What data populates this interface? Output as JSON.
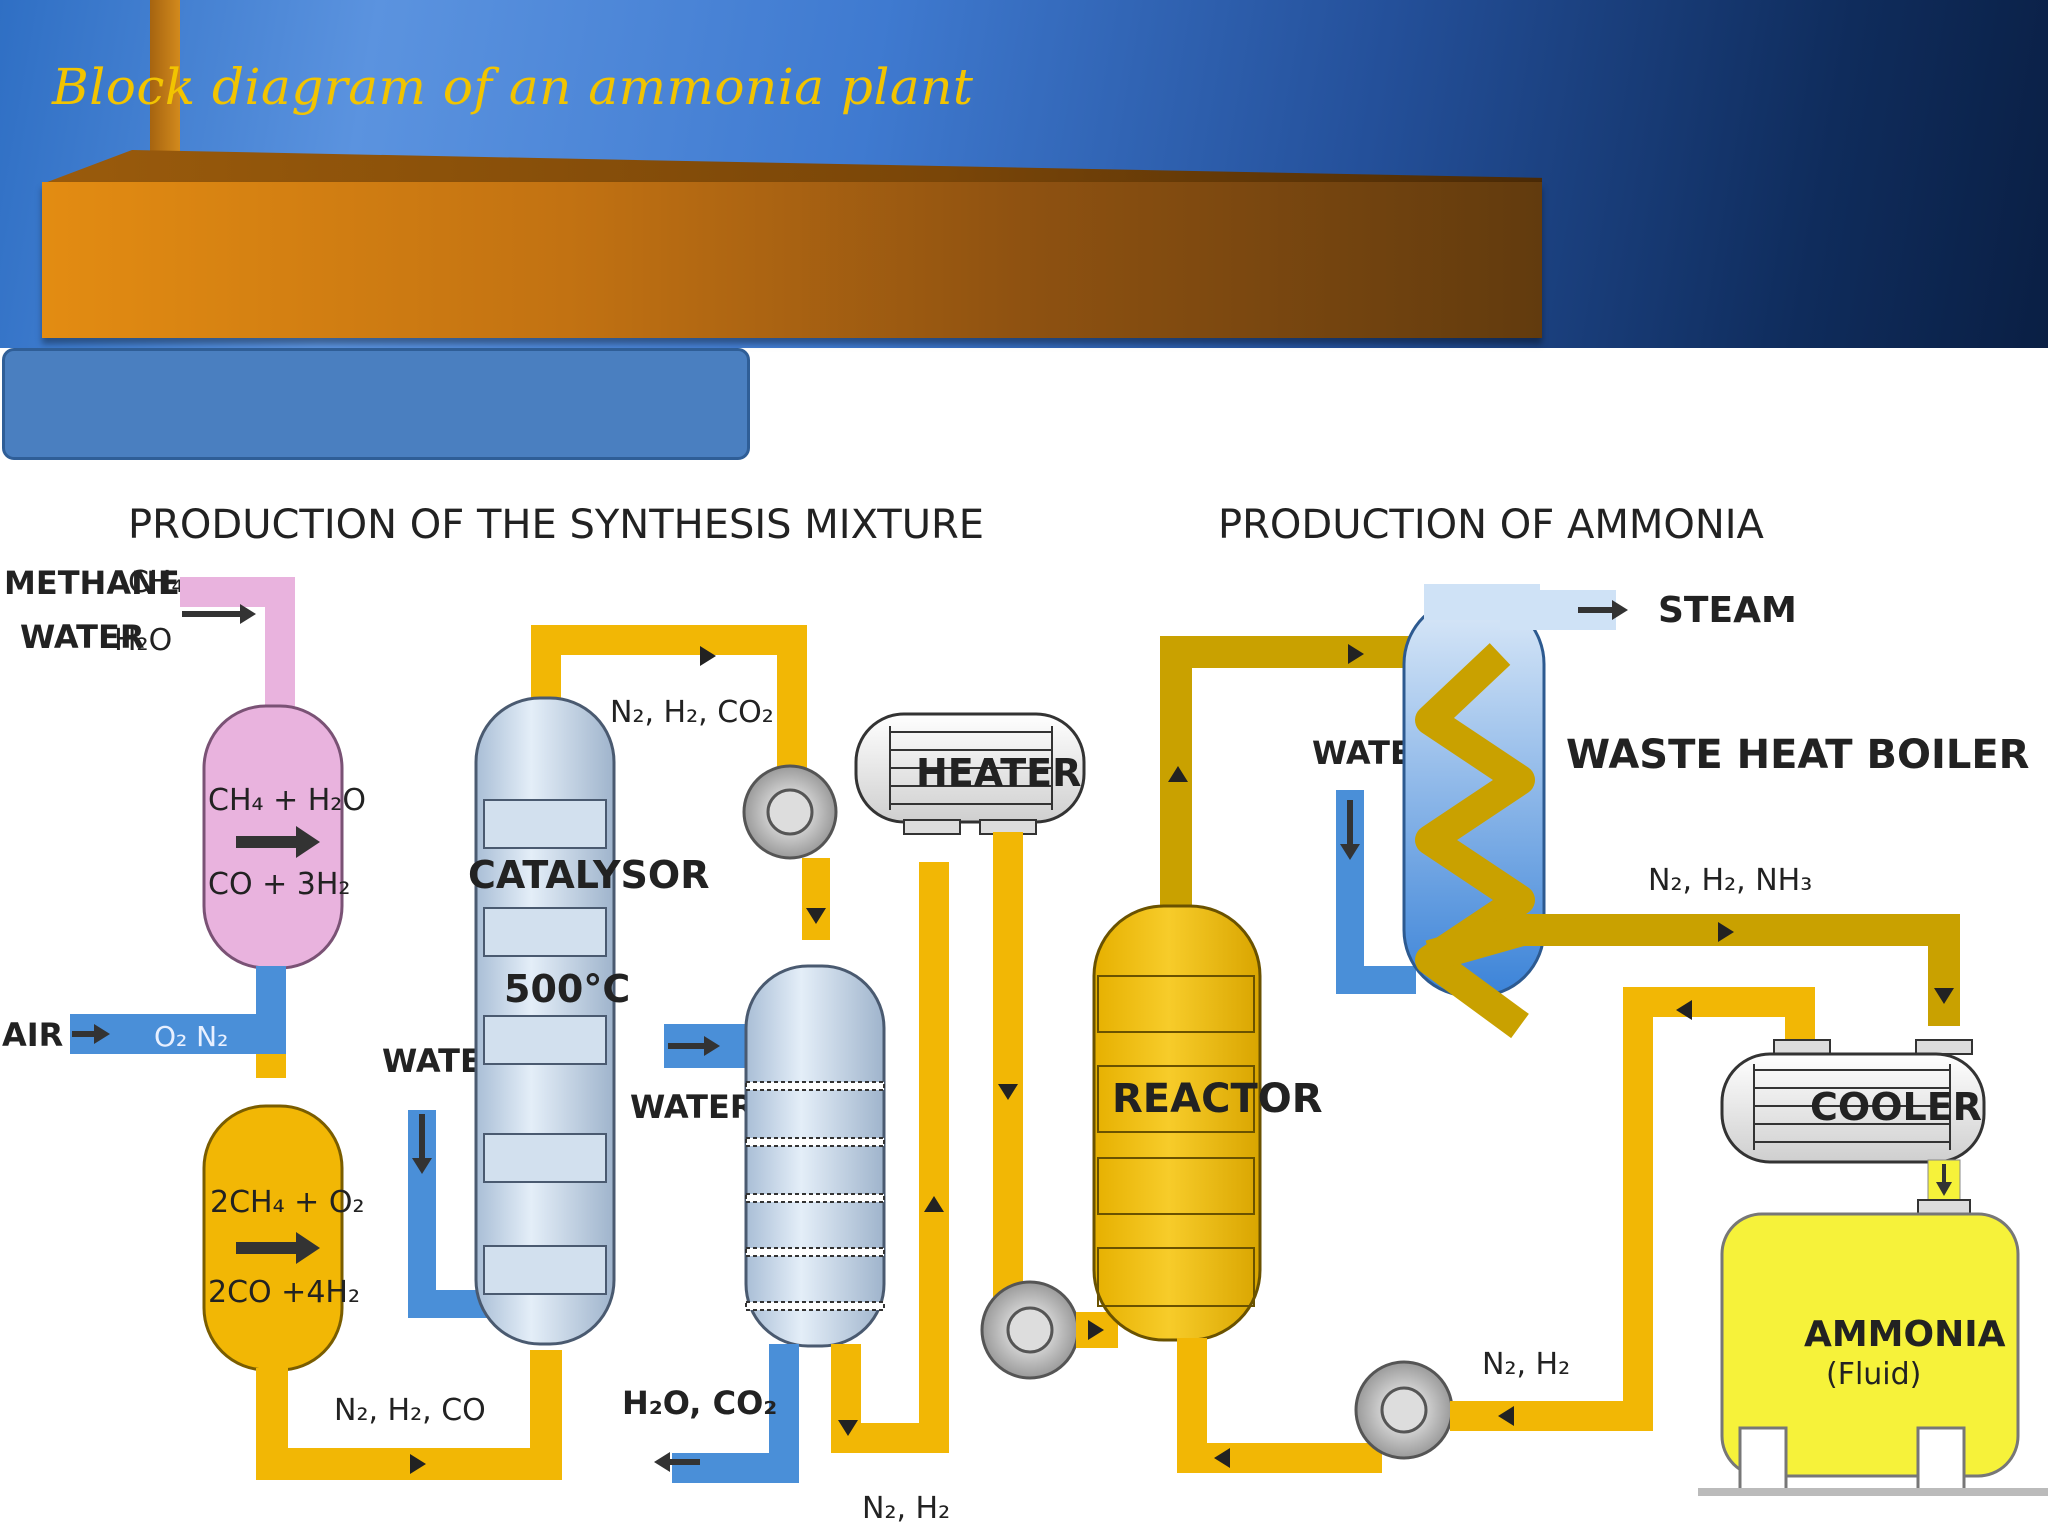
{
  "slide": {
    "title": "Block diagram of an ammonia plant"
  },
  "diagram": {
    "section_left": "PRODUCTION OF THE SYNTHESIS MIXTURE",
    "section_right": "PRODUCTION OF AMMONIA",
    "inputs": {
      "methane_label": "METHANE",
      "methane_formula": "CH₄",
      "water_label": "WATER",
      "water_formula": "H₂O",
      "air_label": "AIR",
      "air_formula": "O₂ N₂"
    },
    "reformer1": {
      "line1": "CH₄ + H₂O",
      "line2": "CO + 3H₂"
    },
    "reformer2": {
      "line1": "2CH₄ + O₂",
      "line2": "2CO +4H₂"
    },
    "catalysor": {
      "label": "CATALYSOR",
      "temp": "500°C"
    },
    "heater": "HEATER",
    "reactor": "REACTOR",
    "cooler": "COOLER",
    "ammonia_tank": {
      "label": "AMMONIA",
      "sub": "(Fluid)"
    },
    "waste_heat_boiler": "WASTE HEAT BOILER",
    "steam": "STEAM",
    "water_catalysor": "WATER",
    "water_scrubber": "WATER",
    "water_boiler": "WATER",
    "stream_n2h2co": "N₂, H₂, CO",
    "stream_n2h2co2": "N₂, H₂, CO₂",
    "stream_h2oco2": "H₂O, CO₂",
    "stream_n2h2_bottom": "N₂, H₂",
    "stream_n2h2nh3": "N₂, H₂, NH₃",
    "stream_n2h2_recycle": "N₂, H₂",
    "colors": {
      "pipe_yellow": "#f2b705",
      "pipe_dark": "#c9a100",
      "water_blue": "#4a8fd8",
      "reformer_pink": "#e9b3de",
      "vessel_blue": "#c6d8ea",
      "tank_yellow": "#f6f23a"
    }
  }
}
